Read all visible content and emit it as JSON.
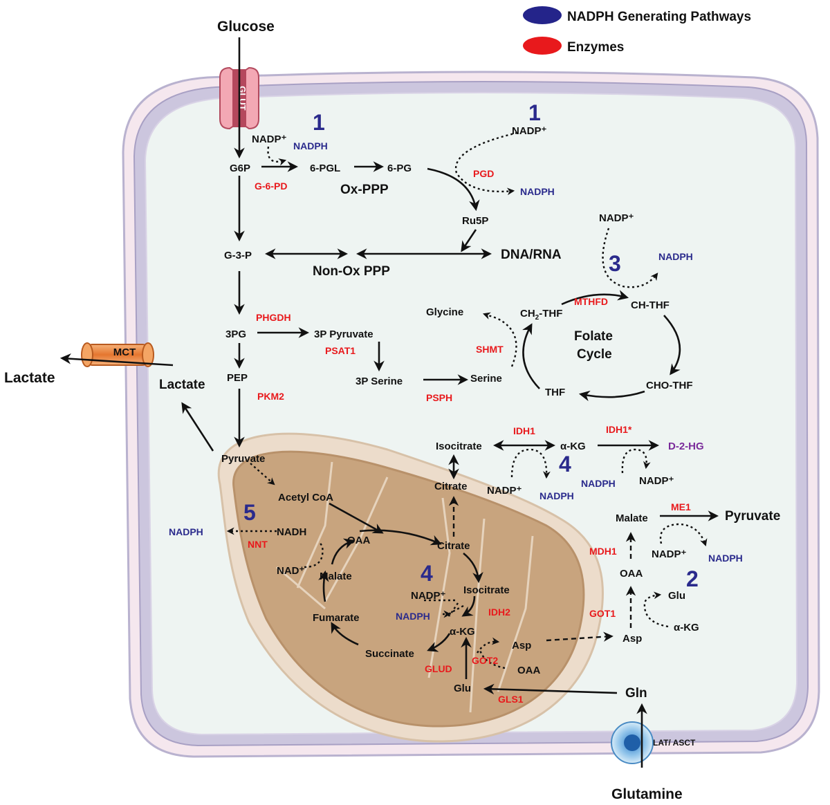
{
  "legend": {
    "nadph_label": "NADPH Generating Pathways",
    "enzymes_label": "Enzymes",
    "nadph_color": "#24248a",
    "enzyme_color": "#e8191c"
  },
  "colors": {
    "membrane": "#c9c3dc",
    "cytoplasm": "#eef4f2",
    "mito_outer": "#ead9c7",
    "mito_inner": "#c9a57f",
    "d2hg": "#7a2a9a"
  },
  "transporters": {
    "glut": "GLUT",
    "mct": "MCT",
    "lat": "LAT/ ASCT"
  },
  "external": {
    "glucose": "Glucose",
    "lactate_out": "Lactate",
    "glutamine": "Glutamine"
  },
  "pathway_numbers": {
    "n1a": "1",
    "n1b": "1",
    "n3": "3",
    "n4a": "4",
    "n5": "5",
    "n4b": "4",
    "n2": "2"
  },
  "metabolites": {
    "nadp_g6pd": "NADP⁺",
    "g6p": "G6P",
    "six_pgl": "6-PGL",
    "six_pg": "6-PG",
    "nadp_pgd": "NADP⁺",
    "ru5p": "Ru5P",
    "g3p": "G-3-P",
    "dna_rna": "DNA/RNA",
    "three_pg": "3PG",
    "three_p_pyruvate": "3P Pyruvate",
    "three_p_serine": "3P Serine",
    "serine": "Serine",
    "glycine": "Glycine",
    "ch2_thf_prefix": "CH",
    "ch2_thf_sub": "2",
    "ch2_thf_suffix": "-THF",
    "ch_thf": "CH-THF",
    "cho_thf": "CHO-THF",
    "thf": "THF",
    "nadp_mthfd": "NADP⁺",
    "pep": "PEP",
    "lactate_in": "Lactate",
    "pyruvate_cyto": "Pyruvate",
    "acetyl_coa": "Acetyl CoA",
    "nadh": "NADH",
    "nad": "NAD⁺",
    "oaa_mito": "OAA",
    "malate_mito": "Malate",
    "fumarate": "Fumarate",
    "succinate": "Succinate",
    "citrate_mito": "Citrate",
    "isocitrate_mito": "Isocitrate",
    "nadp_idh2": "NADP⁺",
    "akg_mito": "α-KG",
    "asp_mito": "Asp",
    "oaa_mito2": "OAA",
    "glu_mito": "Glu",
    "gln": "Gln",
    "citrate_cyto": "Citrate",
    "isocitrate_cyto": "Isocitrate",
    "akg_cyto": "α-KG",
    "d2hg": "D-2-HG",
    "nadp_idh1": "NADP⁺",
    "nadp_idh1mut": "NADP⁺",
    "malate_cyto": "Malate",
    "pyruvate_me1": "Pyruvate",
    "nadp_me1": "NADP⁺",
    "oaa_cyto": "OAA",
    "glu_cyto": "Glu",
    "akg_got1": "α-KG",
    "asp_cyto": "Asp"
  },
  "nadph_labels": {
    "g6pd": "NADPH",
    "pgd": "NADPH",
    "mthfd": "NADPH",
    "nnt": "NADPH",
    "idh2": "NADPH",
    "idh1": "NADPH",
    "idh1mut": "NADPH",
    "me1": "NADPH"
  },
  "pathway_titles": {
    "ox_ppp": "Ox-PPP",
    "non_ox_ppp": "Non-Ox PPP",
    "folate_cycle_1": "Folate",
    "folate_cycle_2": "Cycle"
  },
  "enzymes": {
    "g6pd": "G-6-PD",
    "pgd": "PGD",
    "phgdh": "PHGDH",
    "psat1": "PSAT1",
    "psph": "PSPH",
    "shmt": "SHMT",
    "mthfd": "MTHFD",
    "pkm2": "PKM2",
    "nnt": "NNT",
    "idh2": "IDH2",
    "glud": "GLUD",
    "got2": "GOT2",
    "gls1": "GLS1",
    "idh1": "IDH1",
    "idh1mut": "IDH1*",
    "me1": "ME1",
    "mdh1": "MDH1",
    "got1": "GOT1"
  }
}
